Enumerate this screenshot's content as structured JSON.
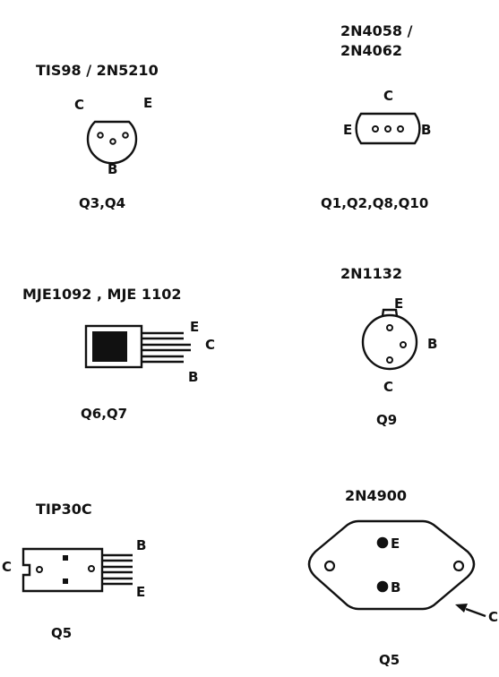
{
  "components": [
    {
      "id": "tis98",
      "name": "TIS98 / 2N5210",
      "refs": "Q3,Q4",
      "pins": {
        "c": "C",
        "e": "E",
        "b": "B"
      }
    },
    {
      "id": "2n4058",
      "name_line1": "2N4058 /",
      "name_line2": "2N4062",
      "refs": "Q1,Q2,Q8,Q10",
      "pins": {
        "c": "C",
        "e": "E",
        "b": "B"
      }
    },
    {
      "id": "mje1092",
      "name": "MJE1092 , MJE 1102",
      "refs": "Q6,Q7",
      "pins": {
        "e": "E",
        "c": "C",
        "b": "B"
      }
    },
    {
      "id": "2n1132",
      "name": "2N1132",
      "refs": "Q9",
      "pins": {
        "e": "E",
        "b": "B",
        "c": "C"
      }
    },
    {
      "id": "tip30c",
      "name": "TIP30C",
      "refs": "Q5",
      "pins": {
        "c": "C",
        "b": "B",
        "e": "E"
      }
    },
    {
      "id": "2n4900",
      "name": "2N4900",
      "refs": "Q5",
      "pins": {
        "e": "E",
        "b": "B",
        "c": "C"
      }
    }
  ]
}
